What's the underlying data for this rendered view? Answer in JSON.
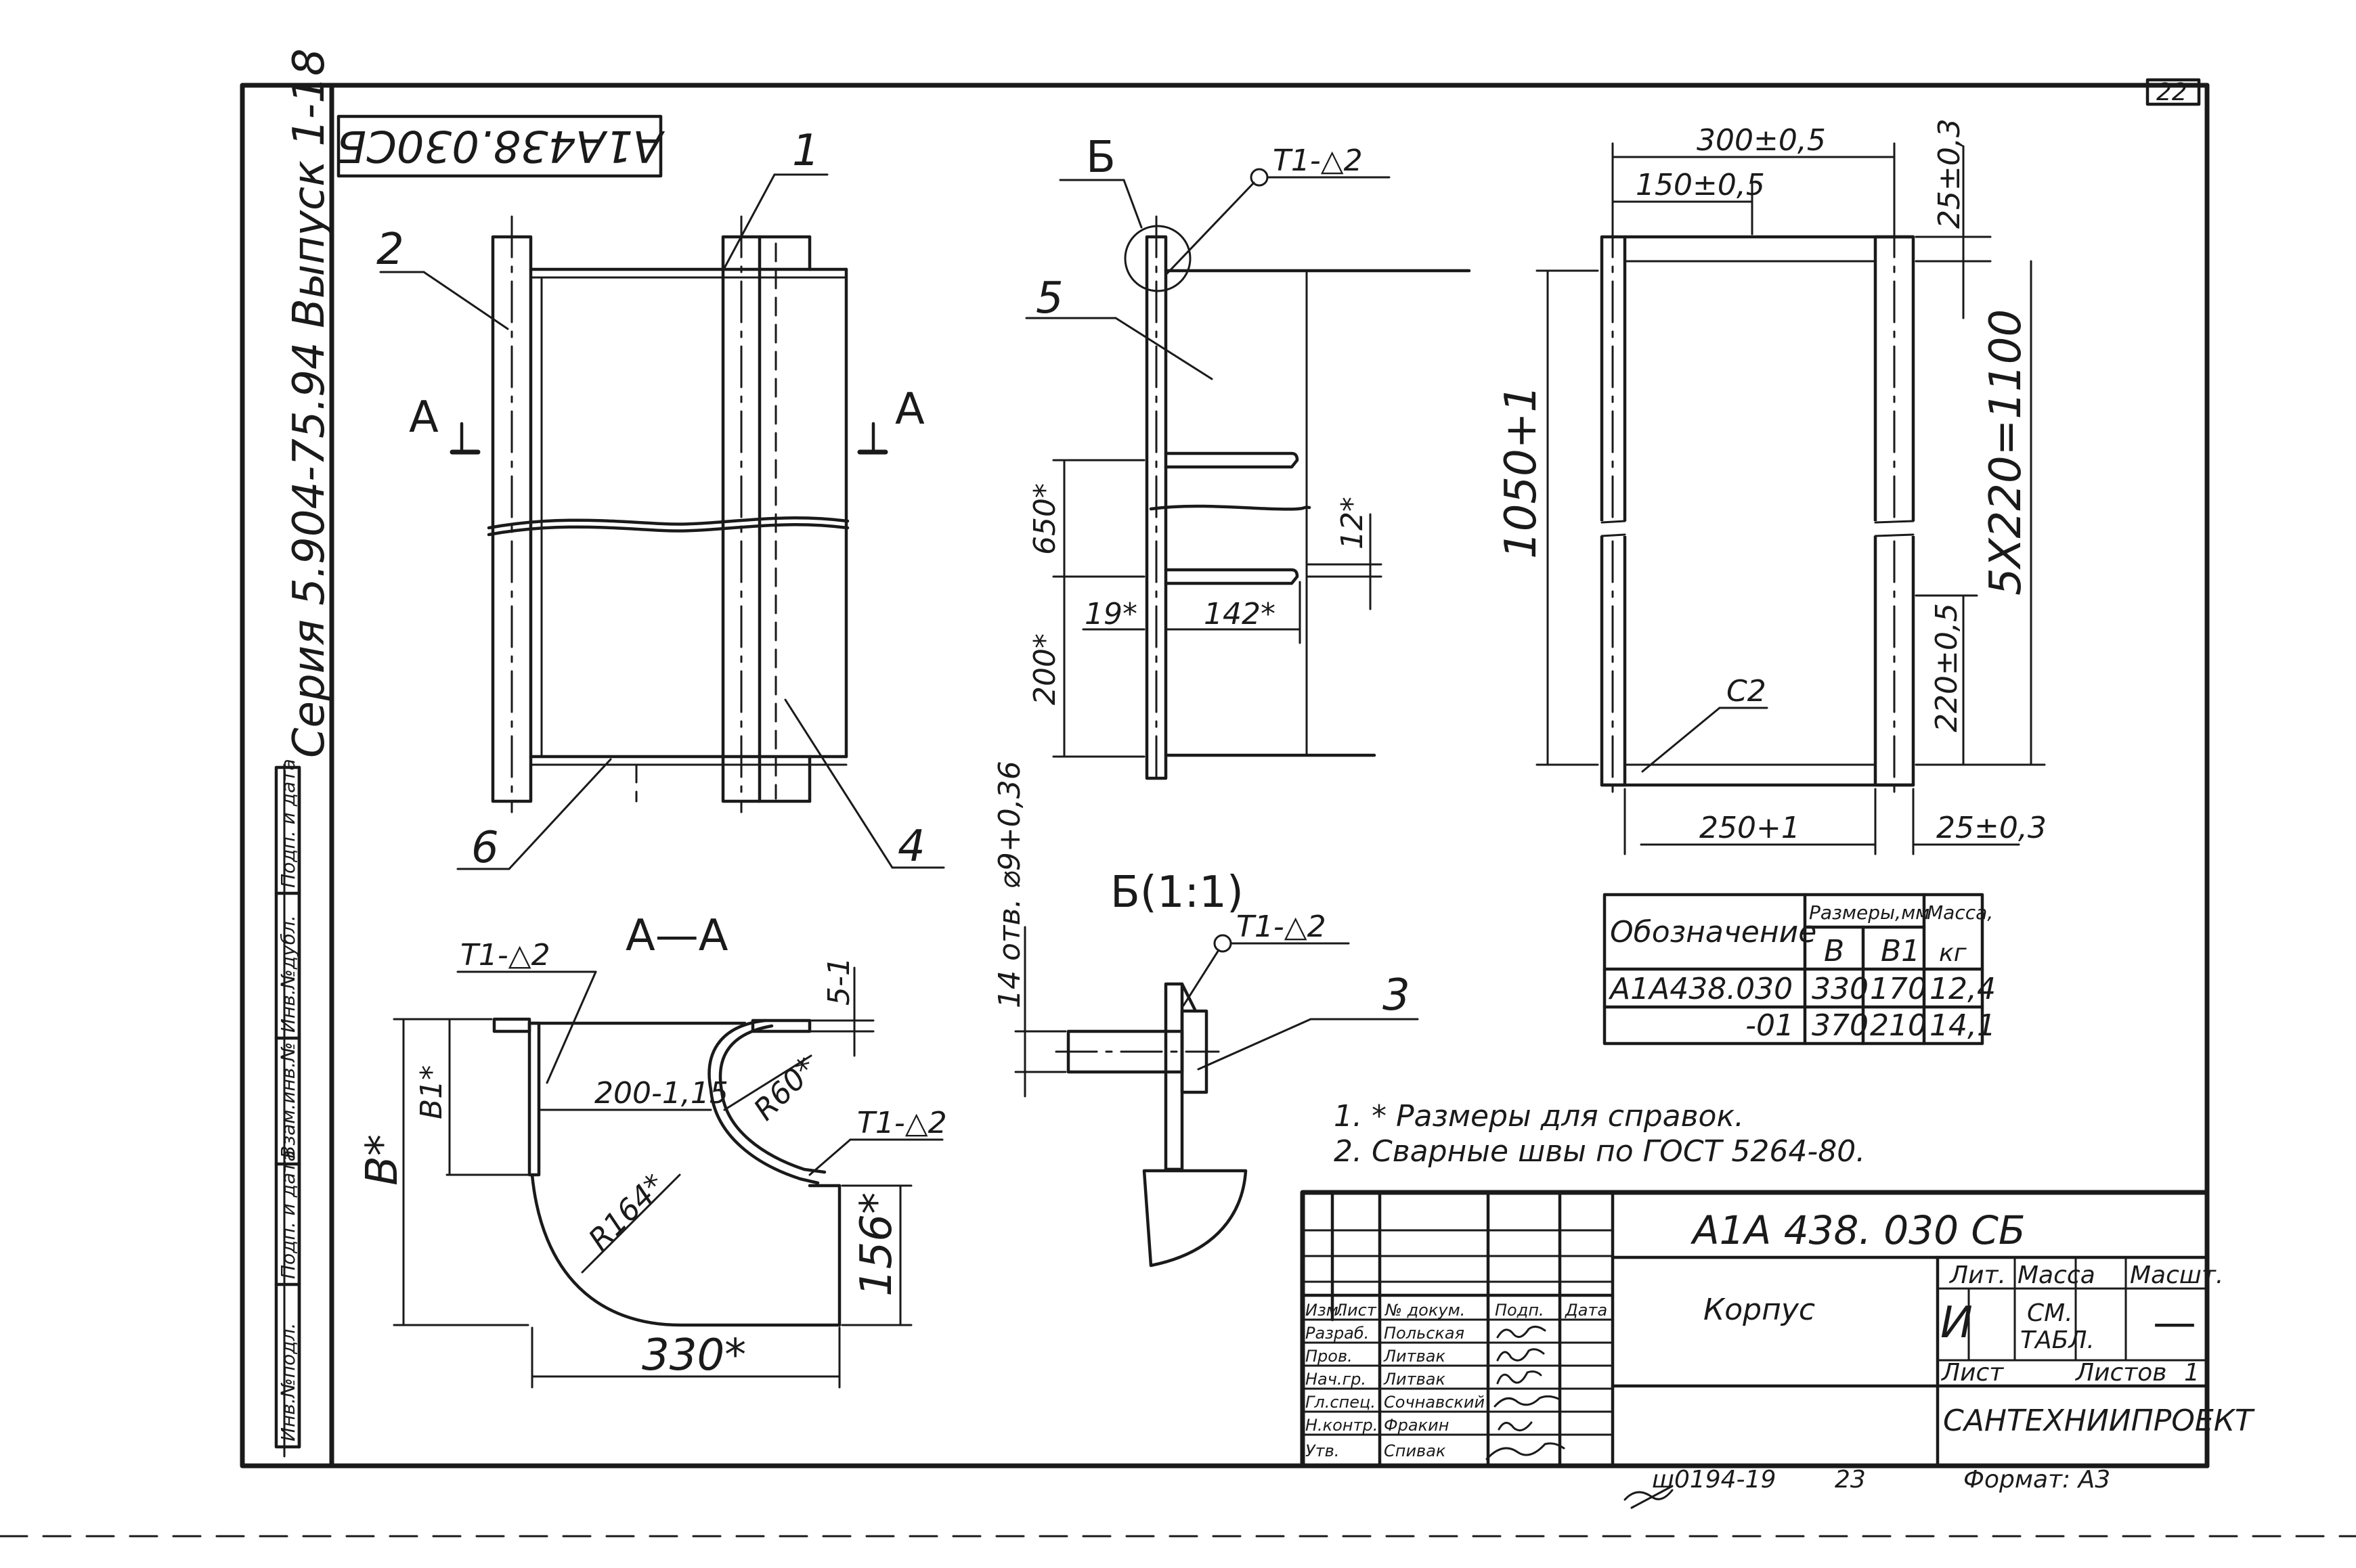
{
  "sheet": {
    "page_number": "22",
    "stamp_code": "А1А438.030СБ",
    "series_label": "Серия 5.904-75.94   Выпуск 1-18"
  },
  "side_columns": [
    "Инв.№подл.",
    "Подп. и дата",
    "Взам.инв.№",
    "Инв.№дубл.",
    "Подп. и дата"
  ],
  "main_view": {
    "callouts": [
      "1",
      "2",
      "4",
      "6"
    ],
    "section_mark": "А"
  },
  "side_view": {
    "callouts": [
      "5"
    ],
    "detail_mark": "Б",
    "weld_mark": "Т1-△2",
    "dims": {
      "d650": "650*",
      "d12": "12*",
      "d19": "19*",
      "d142": "142*",
      "d200": "200*"
    }
  },
  "section_aa": {
    "title": "А—А",
    "weld_mark": "Т1-△2",
    "dims": {
      "B": "B*",
      "B1": "B1*",
      "w200": "200-1,15",
      "R60": "R60*",
      "R164": "R164*",
      "d5": "5-1",
      "d156": "156*",
      "d330": "330*"
    }
  },
  "detail_b": {
    "title": "Б(1:1)",
    "weld_mark": "Т1-△2",
    "callout": "3",
    "holes_label": "14 отв. ⌀9+0,36"
  },
  "frame_view": {
    "dims": {
      "d300": "300±0,5",
      "d150": "150±0,5",
      "d25top": "25±0,3",
      "d1050": "1050+1",
      "d1100": "5Х220=1100",
      "d220": "220±0,5",
      "d250": "250+1",
      "d25bot": "25±0,3",
      "c2": "С2"
    }
  },
  "table": {
    "header_designation": "Обозначение",
    "header_sizes": "Размеры,мм",
    "header_b": "B",
    "header_b1": "B1",
    "header_mass": "Масса,",
    "header_mass_unit": "кг",
    "rows": [
      {
        "designation": "А1А438.030",
        "b": "330",
        "b1": "170",
        "mass": "12,4"
      },
      {
        "designation": "-01",
        "b": "370",
        "b1": "210",
        "mass": "14,1"
      }
    ]
  },
  "notes": [
    "1. * Размеры для справок.",
    "2. Сварные швы по ГОСТ 5264-80."
  ],
  "title_block": {
    "doc_code": "А1А 438. 030 СБ",
    "name": "Корпус",
    "organization": "САНТЕХНИИПРОЕКТ",
    "format_label": "Формат: А3",
    "bottom_code": "ш0194-19",
    "bottom_num": "23",
    "col_headers": [
      "Изм.",
      "Лист",
      "№ докум.",
      "Подп.",
      "Дата"
    ],
    "lit_header": "Лит.",
    "mass_header": "Масса",
    "scale_header": "Масшт.",
    "lit_value": "И",
    "mass_value_1": "СМ.",
    "mass_value_2": "ТАБЛ.",
    "scale_value": "—",
    "sheet_label": "Лист",
    "sheets_label": "Листов",
    "sheets_value": "1",
    "signatures": [
      {
        "role": "Разраб.",
        "name": "Польская"
      },
      {
        "role": "Пров.",
        "name": "Литвак"
      },
      {
        "role": "Нач.гр.",
        "name": "Литвак"
      },
      {
        "role": "Гл.спец.",
        "name": "Сочнавский"
      },
      {
        "role": "Н.контр.",
        "name": "Фракин"
      },
      {
        "role": "Утв.",
        "name": "Спивак"
      }
    ]
  }
}
